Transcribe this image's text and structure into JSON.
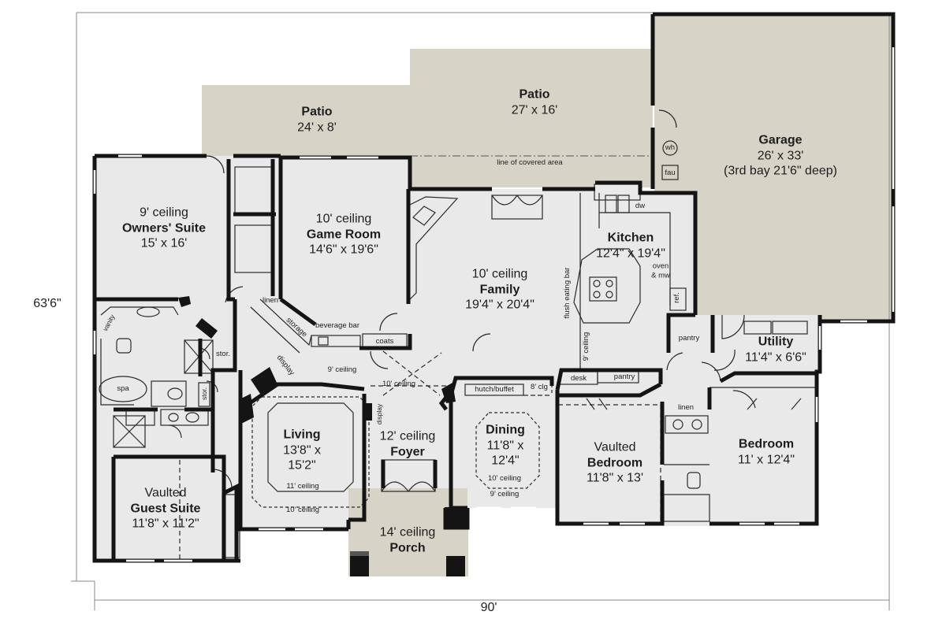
{
  "dimensions": {
    "width": "90'",
    "depth": "63'6\""
  },
  "rooms": {
    "patio_left": {
      "name": "Patio",
      "size": "24' x 8'"
    },
    "patio_right": {
      "name": "Patio",
      "size": "27' x 16'"
    },
    "garage": {
      "name": "Garage",
      "size": "26' x 33'",
      "note": "(3rd bay 21'6\" deep)"
    },
    "owners_suite": {
      "ceiling": "9' ceiling",
      "name": "Owners' Suite",
      "size": "15' x 16'"
    },
    "game_room": {
      "ceiling": "10' ceiling",
      "name": "Game Room",
      "size": "14'6\" x 19'6\""
    },
    "family": {
      "ceiling": "10' ceiling",
      "name": "Family",
      "size": "19'4\" x 20'4\""
    },
    "kitchen": {
      "name": "Kitchen",
      "size": "12'4\" x 19'4\""
    },
    "utility": {
      "name": "Utility",
      "size": "11'4\" x 6'6\""
    },
    "living": {
      "name": "Living",
      "size_line1": "13'8\" x",
      "size_line2": "15'2\""
    },
    "foyer": {
      "ceiling": "12' ceiling",
      "name": "Foyer"
    },
    "dining": {
      "name": "Dining",
      "size_line1": "11'8\" x",
      "size_line2": "12'4\""
    },
    "vaulted_bedroom": {
      "prefix": "Vaulted",
      "name": "Bedroom",
      "size": "11'8\" x 13'"
    },
    "bedroom": {
      "name": "Bedroom",
      "size": "11' x 12'4\""
    },
    "guest_suite": {
      "prefix": "Vaulted",
      "name": "Guest Suite",
      "size": "11'8\" x 11'2\""
    },
    "porch": {
      "ceiling": "14' ceiling",
      "name": "Porch"
    }
  },
  "notes": {
    "covered_area": "line of covered area",
    "wh": "wh",
    "fau": "fau",
    "dw": "dw",
    "oven": "oven",
    "mw": "& mw",
    "ref": "ref.",
    "flush_bar": "flush eating bar",
    "nine_ceiling_v": "9' ceiling",
    "pantry_kitchen": "pantry",
    "pantry_hall": "pantry",
    "desk": "desk",
    "hutch": "hutch/buffet",
    "eight_clg": "8' clg",
    "linen_owner": "linen",
    "storage": "storage",
    "beverage": "beverage bar",
    "coats": "coats",
    "vanity": "vanity",
    "spa": "spa",
    "stor1": "stor.",
    "stor2": "stor.",
    "display1": "display",
    "display2": "display",
    "hall_nine": "9' ceiling",
    "hall_ten": "10' ceiling",
    "living_eleven": "11' ceiling",
    "living_ten": "10' ceiling",
    "dining_ten": "10' ceiling",
    "dining_nine": "9' ceiling",
    "linen_bath": "linen"
  },
  "colors": {
    "wall": "#141414",
    "interior": "#e8e9e8",
    "outdoor": "#d7d3c6",
    "line": "#2a2a2a"
  }
}
